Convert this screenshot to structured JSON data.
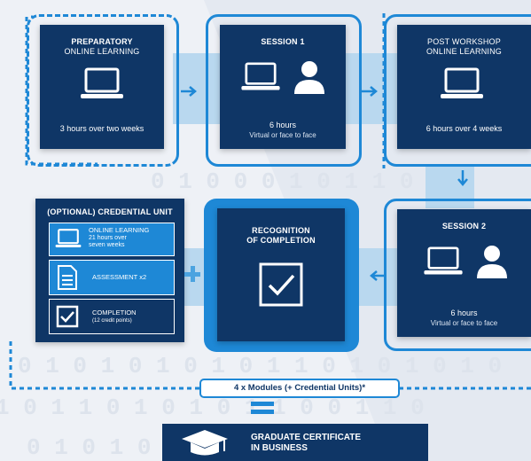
{
  "step1": {
    "title_line1": "PREPARATORY",
    "title_line2": "ONLINE LEARNING",
    "duration": "3 hours over two weeks"
  },
  "session1": {
    "title": "SESSION 1",
    "duration": "6 hours",
    "mode": "Virtual or face to face"
  },
  "post_workshop": {
    "title_line1": "POST WORKSHOP",
    "title_line2": "ONLINE LEARNING",
    "duration": "6 hours over 4 weeks"
  },
  "credential": {
    "title": "(OPTIONAL) CREDENTIAL UNIT",
    "online_line1": "ONLINE LEARNING",
    "online_line2": "21 hours over",
    "online_line3": "seven weeks",
    "assessment": "ASSESSMENT x2",
    "completion": "COMPLETION",
    "completion_sub": "(12 credit points)"
  },
  "recognition": {
    "title_line1": "RECOGNITION",
    "title_line2": "OF COMPLETION"
  },
  "session2": {
    "title": "SESSION 2",
    "duration": "6 hours",
    "mode": "Virtual or face to face"
  },
  "modules_label": "4 x Modules (+ Credential Units)*",
  "certificate": {
    "line1": "GRADUATE CERTIFICATE",
    "line2": "IN BUSINESS"
  },
  "colors": {
    "navy": "#0f3666",
    "accent_blue": "#1e88d6",
    "light_band": "#b9d8ef",
    "background": "#eef1f6"
  },
  "icons": [
    "laptop-icon",
    "person-icon",
    "document-icon",
    "checkbox-icon",
    "plus-icon",
    "equals-icon",
    "graduation-cap-icon"
  ]
}
